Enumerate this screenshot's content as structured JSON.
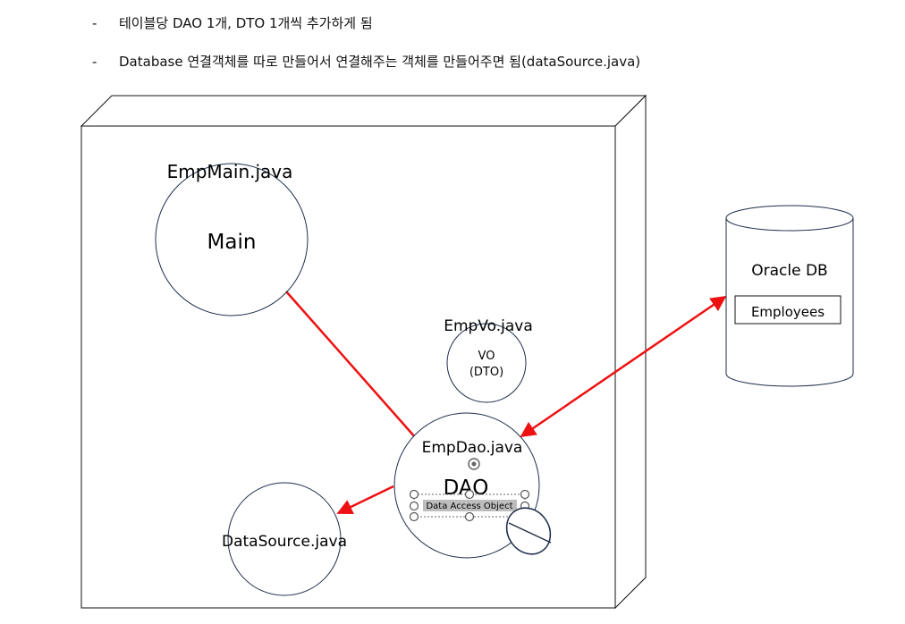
{
  "notes": [
    {
      "dash": "-",
      "text": "테이블당 DAO 1개, DTO 1개씩 추가하게 됨"
    },
    {
      "dash": "-",
      "text": "Database 연결객체를 따로 만들어서 연결해주는 객체를 만들어주면 됨(dataSource.java)"
    }
  ],
  "main_node": {
    "file": "EmpMain.java",
    "label": "Main"
  },
  "vo_node": {
    "file": "EmpVo.java",
    "label": "VO",
    "sublabel": "(DTO)"
  },
  "dao_node": {
    "file": "EmpDao.java",
    "label": "DAO",
    "caption": "Data Access Object"
  },
  "datasource_node": {
    "file": "DataSource.java"
  },
  "database": {
    "title": "Oracle DB",
    "table": "Employees"
  },
  "colors": {
    "arrow": "#ee1111",
    "outline": "#1f2d4a",
    "box": "#111111"
  }
}
